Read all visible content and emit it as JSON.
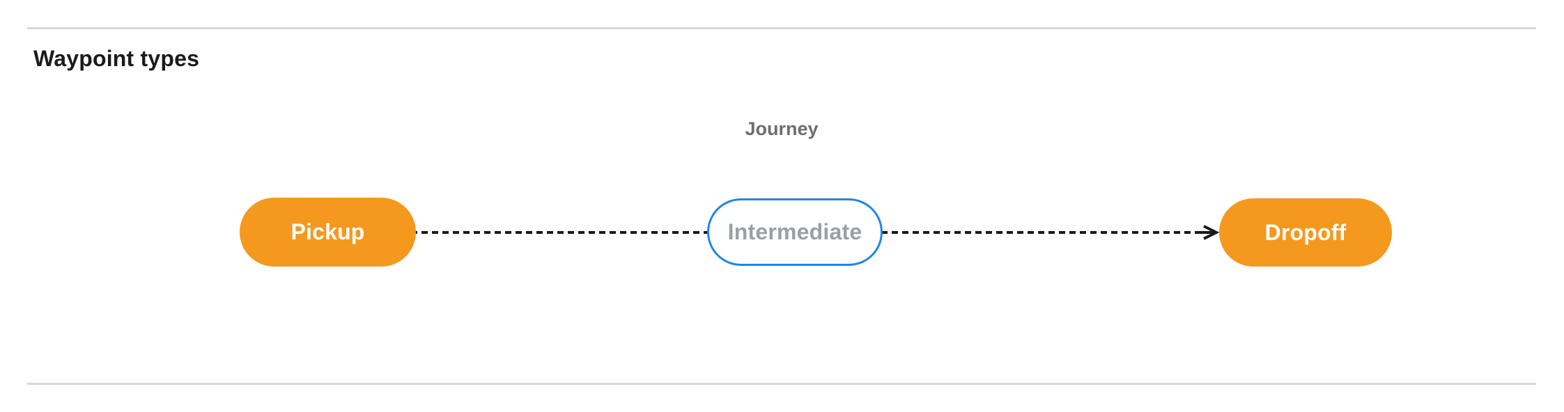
{
  "page": {
    "title": "Waypoint types"
  },
  "diagram": {
    "caption": "Journey",
    "nodes": [
      {
        "id": "pickup",
        "label": "Pickup",
        "variant": "terminal"
      },
      {
        "id": "intermediate",
        "label": "Intermediate",
        "variant": "intermediate"
      },
      {
        "id": "dropoff",
        "label": "Dropoff",
        "variant": "terminal"
      }
    ],
    "edge": {
      "from": "pickup",
      "to": "dropoff",
      "style": "dashed",
      "direction": "right"
    },
    "colors": {
      "terminal_fill": "#F4991E",
      "terminal_text": "#FFFFFF",
      "intermediate_border": "#1E88E5",
      "intermediate_text": "#9AA0A6",
      "edge_stroke": "#1A1A1A",
      "caption_text": "#6E6E6E",
      "title_text": "#1B1B1B",
      "divider": "#D8D8D8"
    }
  }
}
